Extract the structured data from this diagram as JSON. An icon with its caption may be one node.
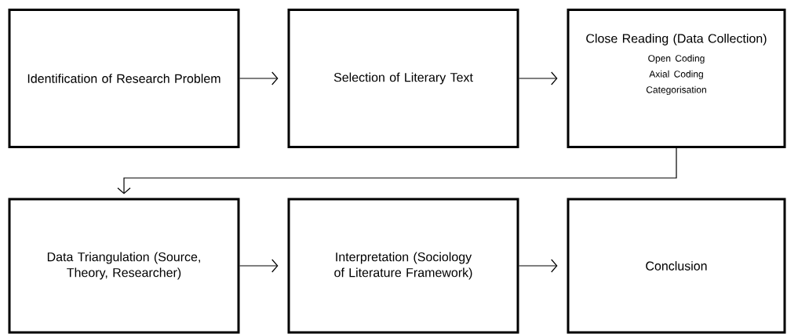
{
  "diagram": {
    "nodes": [
      {
        "text": [
          "Identification of Research Problem"
        ]
      },
      {
        "text": [
          "Selection of Literary Text"
        ]
      },
      {
        "text": [
          "Close Reading (Data Collection)",
          "Open Coding",
          "Axial Coding",
          "Categorisation"
        ]
      },
      {
        "text": [
          "Data Triangulation (Source, Theory, Researcher)"
        ]
      },
      {
        "text": [
          "Interpretation (Sociology of Literature Framework)"
        ]
      },
      {
        "text": [
          "Conclusion"
        ]
      }
    ],
    "edges": [
      {
        "from": 0,
        "to": 1,
        "arrow": "to"
      },
      {
        "from": 1,
        "to": 2,
        "arrow": "to"
      },
      {
        "from": 2,
        "to": 3,
        "arrow": "to"
      },
      {
        "from": 3,
        "to": 4,
        "arrow": "to"
      },
      {
        "from": 4,
        "to": 5,
        "arrow": "to"
      }
    ]
  }
}
